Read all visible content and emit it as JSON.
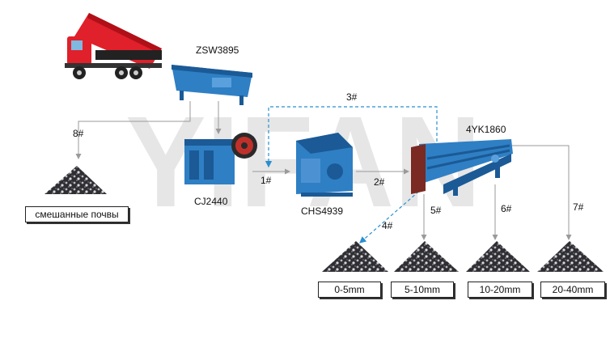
{
  "watermark": "YIFAN",
  "equipment": {
    "feeder": "ZSW3895",
    "jaw_crusher": "CJ2440",
    "impact_crusher": "CHS4939",
    "screen": "4YK1860"
  },
  "flows": {
    "f1": "1#",
    "f2": "2#",
    "f3": "3#",
    "f4": "4#",
    "f5": "5#",
    "f6": "6#",
    "f7": "7#",
    "f8": "8#"
  },
  "products": {
    "mixed_soil": "смешанные почвы",
    "p1": "0-5mm",
    "p2": "5-10mm",
    "p3": "10-20mm",
    "p4": "20-40mm"
  },
  "colors": {
    "machine_blue": "#2f7fc4",
    "truck_red": "#e0202a",
    "dashed_line": "#2a8fd0",
    "flow_line": "#9a9a9a",
    "watermark": "#e6e6e6"
  }
}
